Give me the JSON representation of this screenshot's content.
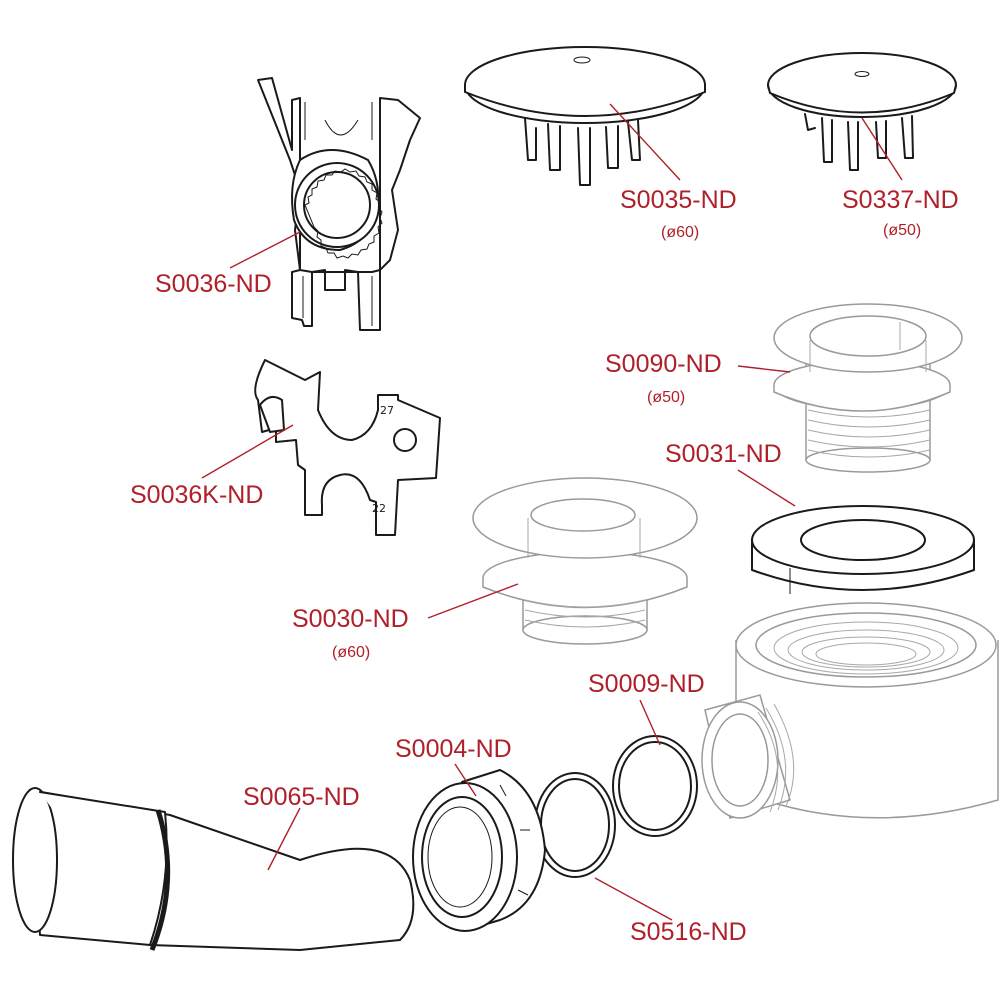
{
  "parts": [
    {
      "code": "S0036-ND",
      "size": ""
    },
    {
      "code": "S0035-ND",
      "size": "(ø60)"
    },
    {
      "code": "S0337-ND",
      "size": "(ø50)"
    },
    {
      "code": "S0036K-ND",
      "size": ""
    },
    {
      "code": "S0090-ND",
      "size": "(ø50)"
    },
    {
      "code": "S0031-ND",
      "size": ""
    },
    {
      "code": "S0030-ND",
      "size": "(ø60)"
    },
    {
      "code": "S0009-ND",
      "size": ""
    },
    {
      "code": "S0004-ND",
      "size": ""
    },
    {
      "code": "S0065-ND",
      "size": ""
    },
    {
      "code": "S0516-ND",
      "size": ""
    }
  ],
  "key_marks": {
    "a": "27",
    "b": "22"
  },
  "colors": {
    "label": "#b0202a",
    "outline": "#1a1a1a",
    "grey": "#9a9a9a"
  }
}
